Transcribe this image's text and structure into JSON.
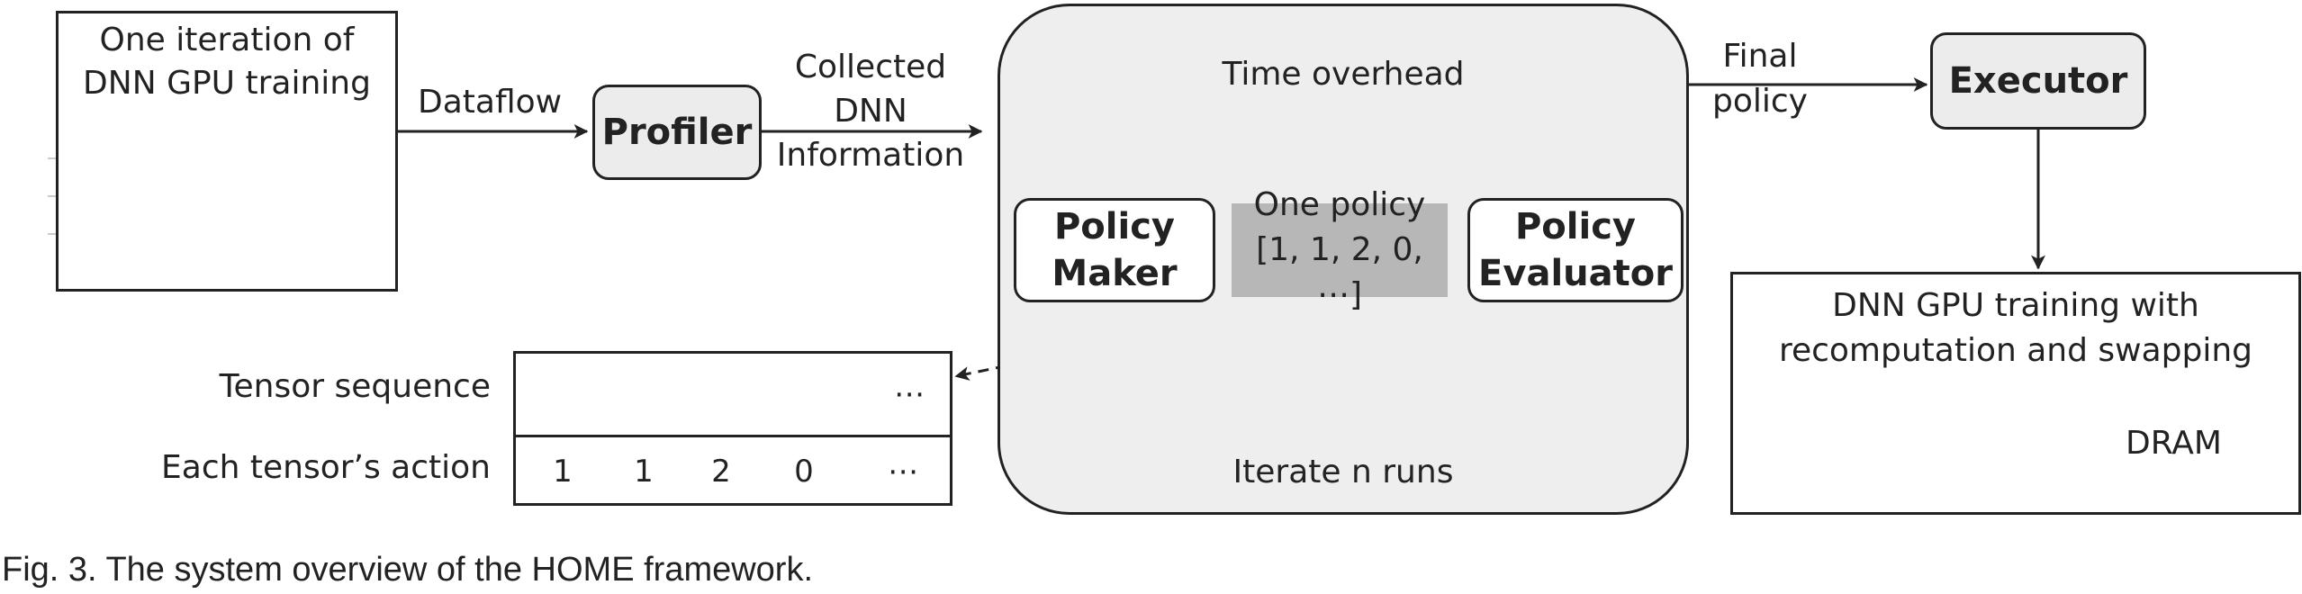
{
  "input_box": {
    "title_line1": "One iteration of",
    "title_line2": "DNN GPU training"
  },
  "dataflow_label": "Dataflow",
  "profiler": {
    "label": "Profiler"
  },
  "collected_label": {
    "line1": "Collected",
    "line2": "DNN",
    "line3": "Information"
  },
  "search_panel": {
    "time_overhead": "Time overhead",
    "iterate": "Iterate n runs",
    "policy_maker": {
      "line1": "Policy",
      "line2": "Maker"
    },
    "policy_evaluator": {
      "line1": "Policy",
      "line2": "Evaluator"
    },
    "one_policy": {
      "line1": "One policy",
      "line2": "[1, 1, 2, 0, ⋯]"
    }
  },
  "final_policy_label": {
    "line1": "Final",
    "line2": "policy"
  },
  "executor": {
    "label": "Executor"
  },
  "output_box": {
    "title_line1": "DNN GPU training with",
    "title_line2": "recomputation and swapping",
    "dram": "DRAM"
  },
  "tensor_table": {
    "row1_label": "Tensor sequence",
    "row2_label": "Each tensor’s action",
    "ellipsis": "⋯",
    "actions": [
      "1",
      "1",
      "2",
      "0",
      "⋯"
    ]
  },
  "caption": "Fig. 3. The system overview of the HOME framework.",
  "colors": {
    "panel_fill": "#eeeeee",
    "box_fill": "#ececec",
    "policy_fill": "#b7b7b7",
    "stroke": "#222222"
  }
}
